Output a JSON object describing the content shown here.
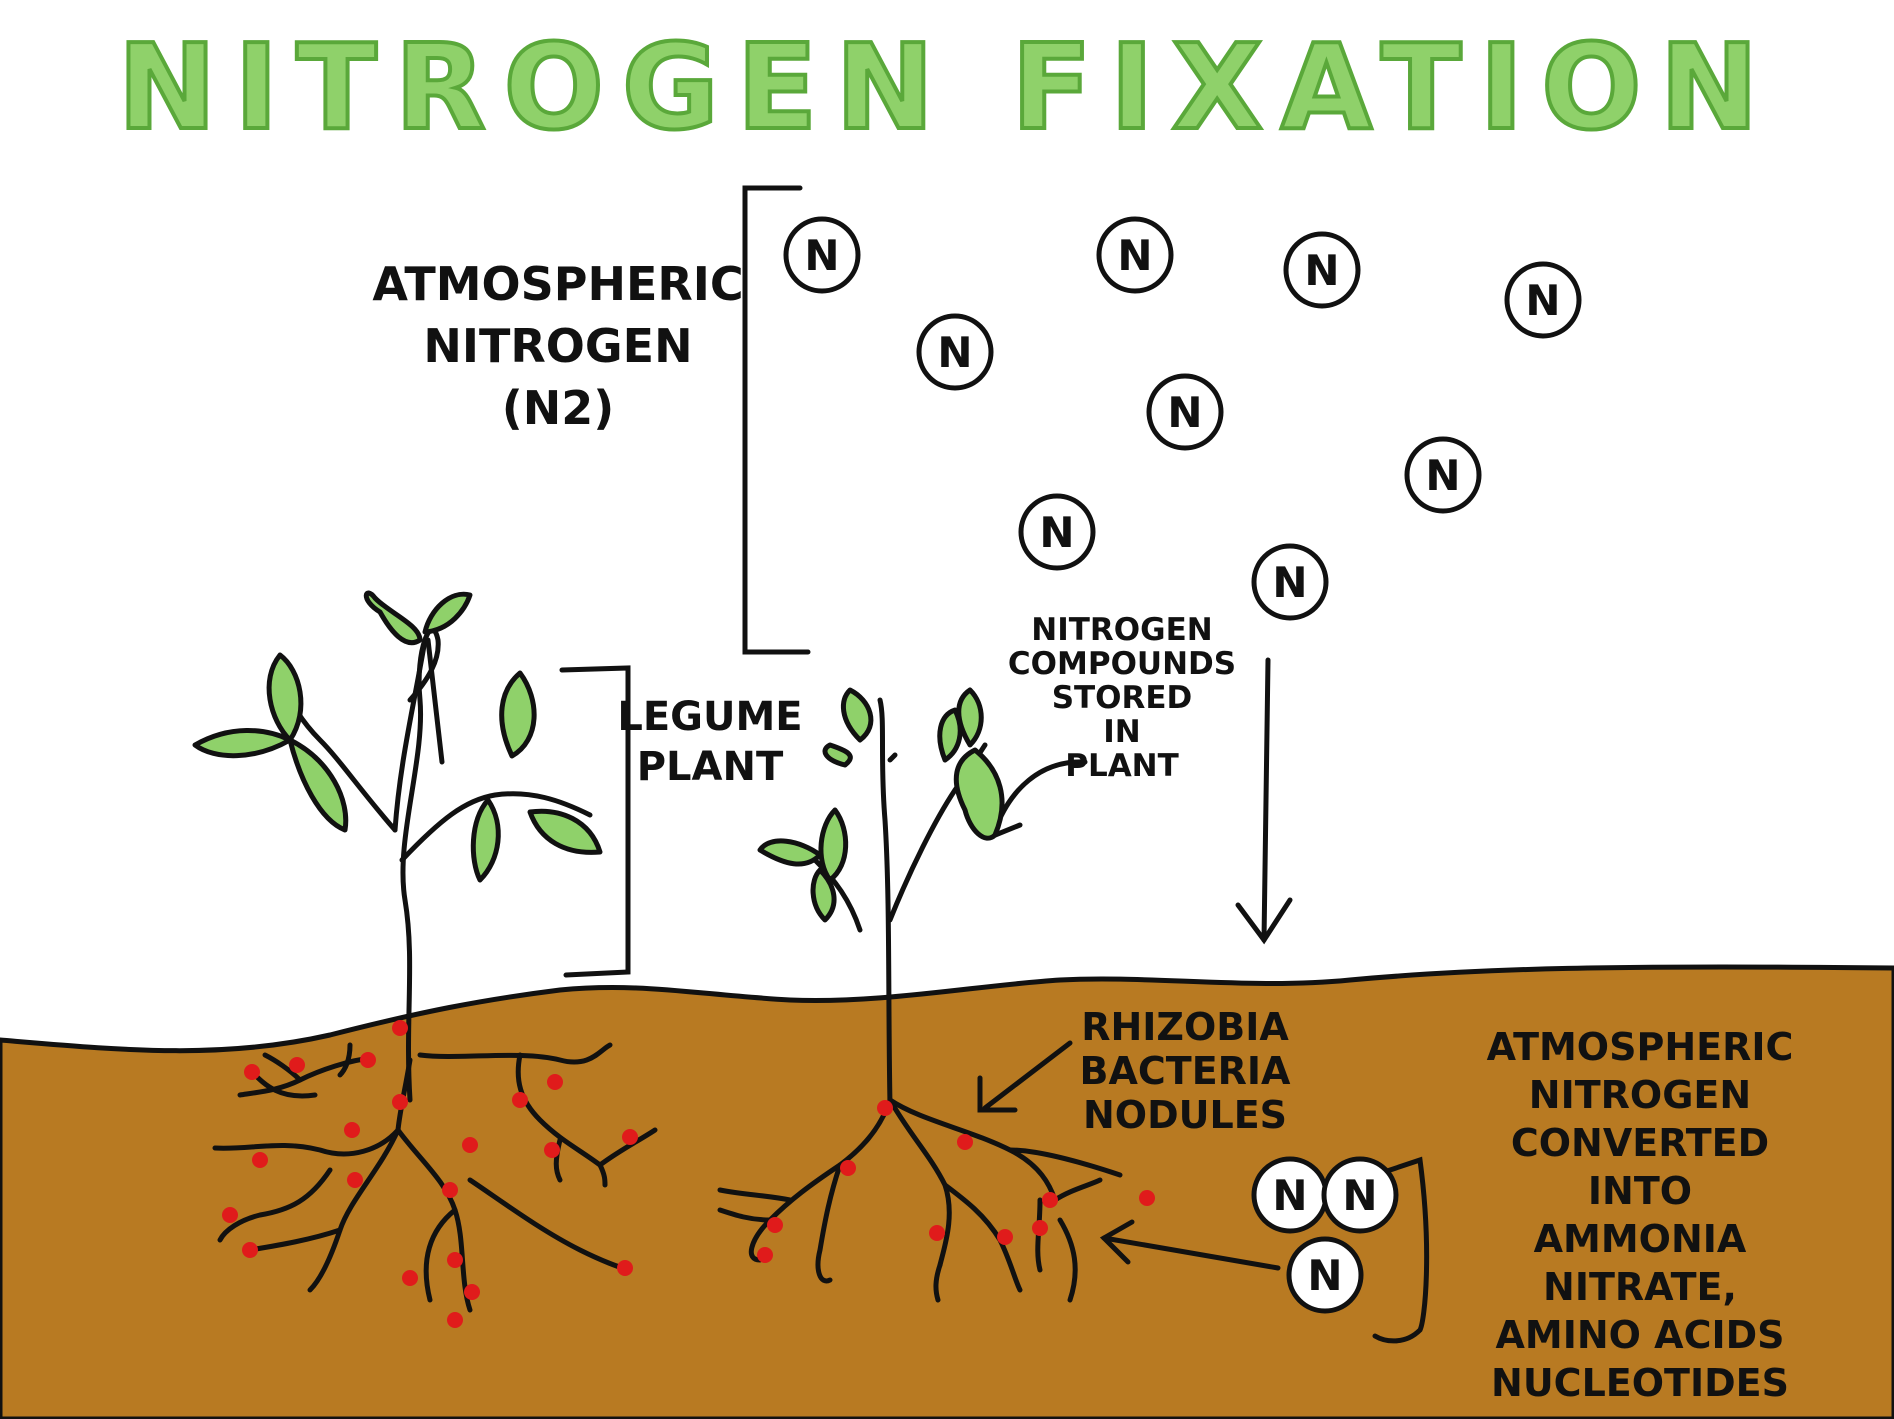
{
  "title": "NITROGEN FIXATION",
  "colors": {
    "title_fill": "#8fd16a",
    "title_stroke": "#5aa83a",
    "soil": "#b87a22",
    "leaf": "#8fd16a",
    "nodule": "#e01b1b",
    "ink": "#111111"
  },
  "labels": {
    "atmospheric_nitrogen": [
      "ATMOSPHERIC",
      "NITROGEN",
      "(N2)"
    ],
    "legume_plant": [
      "LEGUME",
      "PLANT"
    ],
    "nitrogen_compounds": [
      "NITROGEN",
      "COMPOUNDS",
      "STORED",
      "IN",
      "PLANT"
    ],
    "rhizobia": [
      "RHIZOBIA",
      "BACTERIA",
      "NODULES"
    ],
    "converted": [
      "ATMOSPHERIC",
      "NITROGEN",
      "CONVERTED",
      "INTO",
      "AMMONIA",
      "NITRATE,",
      "AMINO ACIDS",
      "NUCLEOTIDES"
    ]
  },
  "atom_symbol": "N"
}
